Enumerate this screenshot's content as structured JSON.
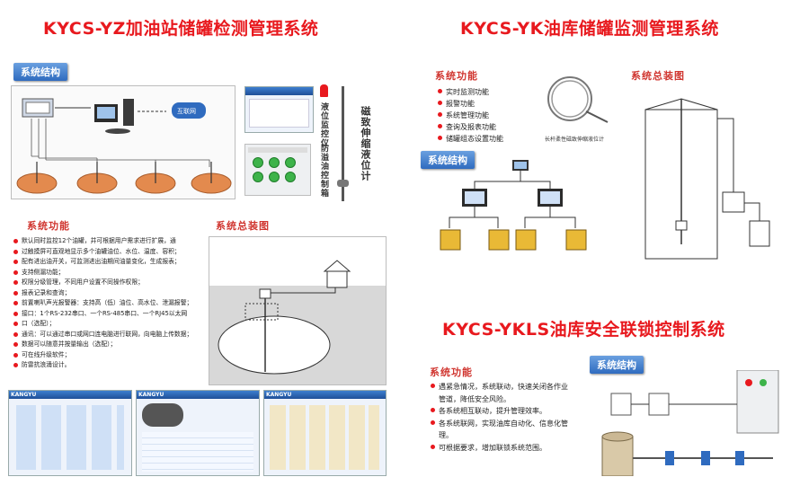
{
  "titles": {
    "yz": "KYCS-YZ加油站储罐检测管理系统",
    "yk": "KYCS-YK油库储罐监测管理系统",
    "ykls": "KYCS-YKLS油库安全联锁控制系统"
  },
  "sections": {
    "structure": "系统结构",
    "function": "系统功能",
    "install": "系统总装图"
  },
  "yz": {
    "network_label": "互联网",
    "device_labels": [
      "液位监控仪",
      "防溢油控制箱",
      "磁致伸缩液位计"
    ],
    "functions": [
      "默认同时监控12个油罐，并可根据用户需求进行扩展，通",
      "过触摸屏可直观地显示多个油罐油位、水位、温度、容积；",
      "配有进出油开关，可监测进出油期间油量变化，生成报表；",
      "支持侧漏功能；",
      "权限分级管理，不同用户设置不同操作权限；",
      "报表记录和查询；",
      "前置喇叭声光报警器：支持高（低）油位、高水位、泄漏报警；",
      "接口：1个RS-232串口、一个RS-485串口、一个RJ45以太网",
      "口（选配）；",
      "通讯：可以通过串口或网口连电脑进行联网，向电脑上传数据；",
      "数据可以随意并按量输出（选配）；",
      "可在线升级软件；",
      "防雷抗浪涌设计。"
    ],
    "logo": "KANGYU"
  },
  "yk": {
    "functions": [
      "实时监测功能",
      "报警功能",
      "系统管理功能",
      "查询及报表功能",
      "储罐组态设置功能"
    ],
    "probe_caption": "长杆柔性磁致伸缩液位计"
  },
  "ykls": {
    "functions": [
      "遇紧急情况，系统联动，快速关闭各作业管道，降低安全风险。",
      "各系统相互联动，提升管理效率。",
      "各系统联网，实现油库自动化、信息化管理。",
      "可根据要求，增加联锁系统范围。"
    ]
  }
}
